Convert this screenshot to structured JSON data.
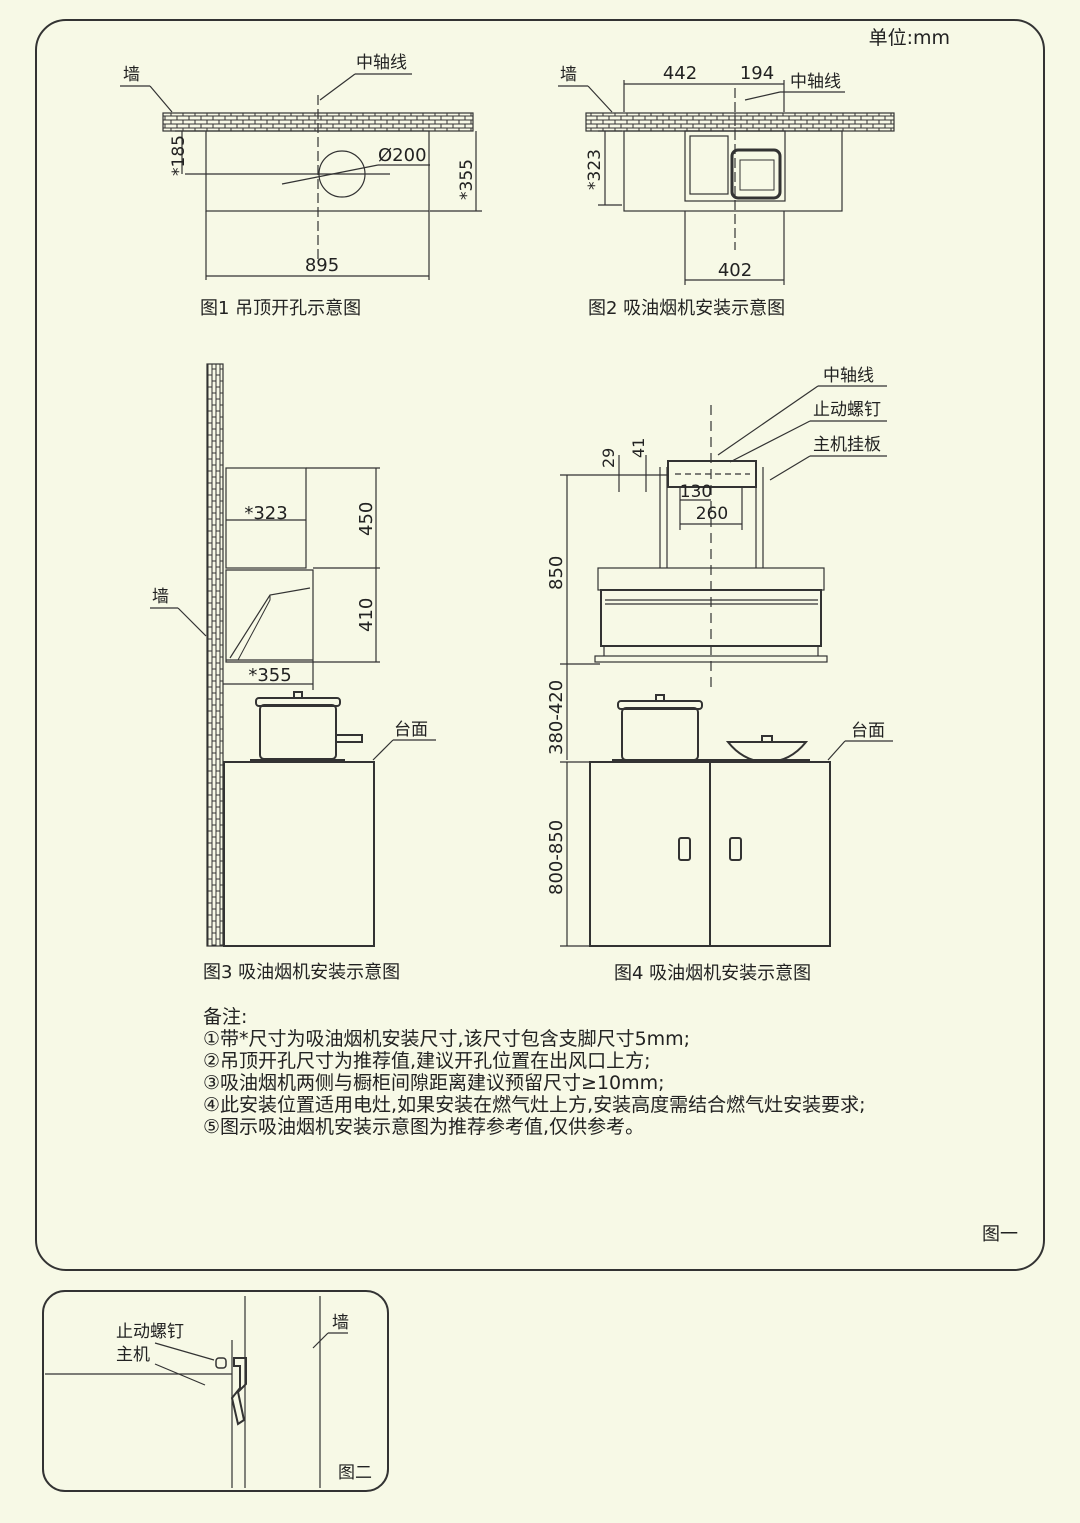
{
  "unit_label": "单位:mm",
  "wall_label": "墙",
  "axis_label": "中轴线",
  "fig1": {
    "caption": "图1 吊顶开孔示意图",
    "dim_185": "*185",
    "dim_d200": "Ø200",
    "dim_355": "*355",
    "dim_895": "895"
  },
  "fig2": {
    "caption": "图2 吸油烟机安装示意图",
    "dim_442": "442",
    "dim_194": "194",
    "dim_323": "*323",
    "dim_402": "402"
  },
  "fig3": {
    "caption": "图3 吸油烟机安装示意图",
    "dim_323": "*323",
    "dim_450": "450",
    "dim_410": "410",
    "dim_355": "*355",
    "counter_label": "台面"
  },
  "fig4": {
    "caption": "图4 吸油烟机安装示意图",
    "stop_screw_label": "止动螺钉",
    "plate_label": "主机挂板",
    "dim_29": "29",
    "dim_41": "41",
    "dim_130": "130",
    "dim_260": "260",
    "dim_850": "850",
    "dim_380_420": "380-420",
    "dim_800_850": "800-850",
    "counter_label": "台面"
  },
  "notes": {
    "title": "备注:",
    "lines": [
      "①带*尺寸为吸油烟机安装尺寸,该尺寸包含支脚尺寸5mm;",
      "②吊顶开孔尺寸为推荐值,建议开孔位置在出风口上方;",
      "③吸油烟机两侧与橱柜间隙距离建议预留尺寸≥10mm;",
      "④此安装位置适用电灶,如果安装在燃气灶上方,安装高度需结合燃气灶安装要求;",
      "⑤图示吸油烟机安装示意图为推荐参考值,仅供参考。"
    ]
  },
  "figure_one_label": "图一",
  "fig_two": {
    "stop_screw_label": "止动螺钉",
    "host_label": "主机",
    "wall_label": "墙",
    "label": "图二"
  }
}
